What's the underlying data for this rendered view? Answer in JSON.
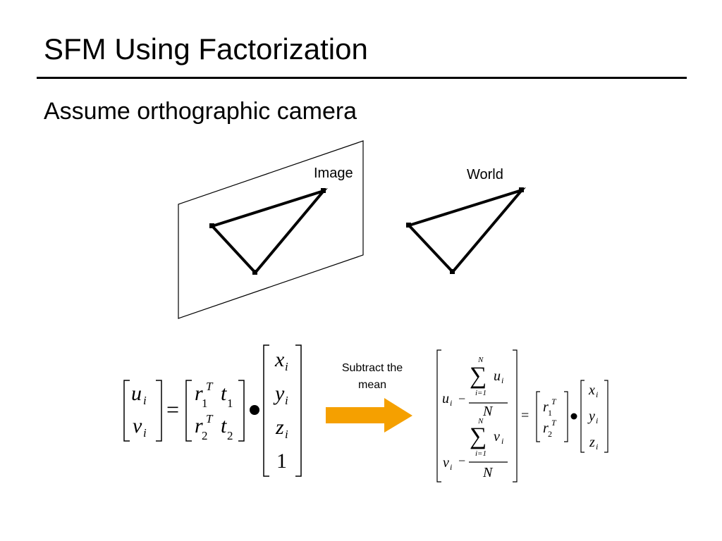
{
  "slide": {
    "title": "SFM Using Factorization",
    "subtitle": "Assume orthographic camera"
  },
  "diagram": {
    "image_label": "Image",
    "world_label": "World"
  },
  "equation": {
    "arrow_label_line1": "Subtract the",
    "arrow_label_line2": "mean",
    "arrow_color": "#F5A000",
    "sym_u": "u",
    "sym_v": "v",
    "sub_i": "i",
    "sym_x": "x",
    "sym_y": "y",
    "sym_z": "z",
    "sym_r": "r",
    "sym_t": "t",
    "sup_T": "T",
    "sub_1": "1",
    "sub_2": "2",
    "one": "1",
    "sym_N": "N",
    "sum_lower": "i=1",
    "sum_symbol": "∑",
    "equals": "=",
    "minus": "−",
    "dot": "•"
  }
}
